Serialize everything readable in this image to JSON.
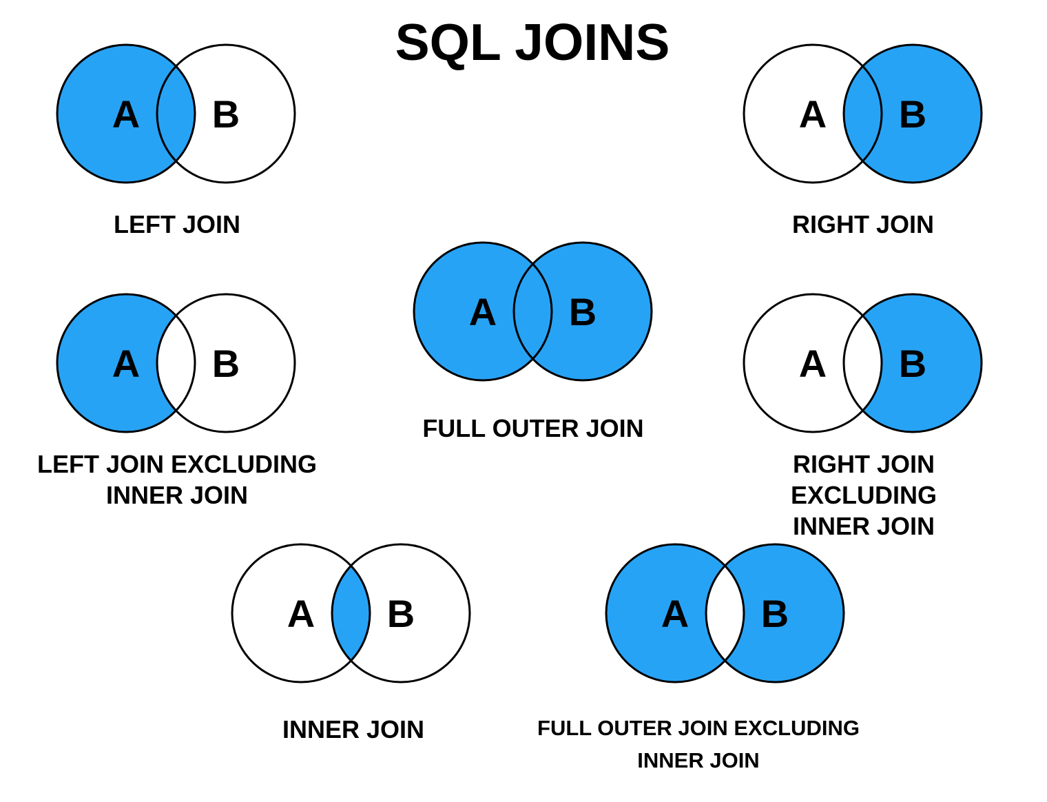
{
  "title": "SQL JOINS",
  "colors": {
    "shade": "#27A3F6",
    "empty": "#FFFFFF",
    "outline": "#000000",
    "text": "#000000",
    "background": "#FFFFFF"
  },
  "diagrams": [
    {
      "id": "left-join",
      "label": "LEFT JOIN",
      "set_a": "A",
      "set_b": "B",
      "shaded_region": "a-full"
    },
    {
      "id": "right-join",
      "label": "RIGHT JOIN",
      "set_a": "A",
      "set_b": "B",
      "shaded_region": "b-full"
    },
    {
      "id": "left-join-excluding-inner-join",
      "label": "LEFT JOIN EXCLUDING\nINNER JOIN",
      "set_a": "A",
      "set_b": "B",
      "shaded_region": "a-minus-b"
    },
    {
      "id": "full-outer-join",
      "label": "FULL OUTER JOIN",
      "set_a": "A",
      "set_b": "B",
      "shaded_region": "union"
    },
    {
      "id": "right-join-excluding-inner-join",
      "label": "RIGHT JOIN EXCLUDING\nINNER JOIN",
      "set_a": "A",
      "set_b": "B",
      "shaded_region": "b-minus-a"
    },
    {
      "id": "inner-join",
      "label": "INNER JOIN",
      "set_a": "A",
      "set_b": "B",
      "shaded_region": "intersection"
    },
    {
      "id": "full-outer-join-excluding-inner-join",
      "label": "FULL OUTER JOIN EXCLUDING\nINNER JOIN",
      "set_a": "A",
      "set_b": "B",
      "shaded_region": "union-minus-intersection"
    }
  ]
}
